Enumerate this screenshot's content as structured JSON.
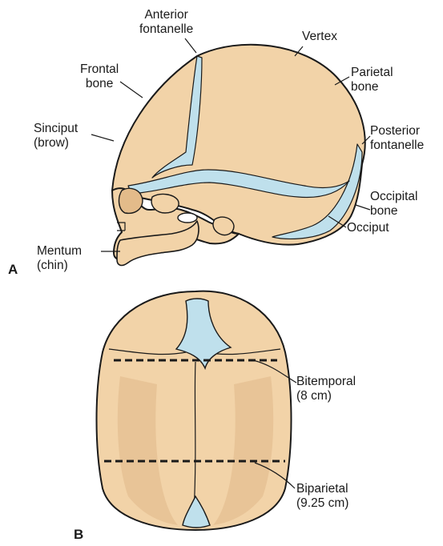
{
  "panels": {
    "a": "A",
    "b": "B"
  },
  "labels_a": {
    "anterior_fontanelle": [
      "Anterior",
      "fontanelle"
    ],
    "vertex": "Vertex",
    "frontal_bone": [
      "Frontal",
      "bone"
    ],
    "parietal_bone": [
      "Parietal",
      "bone"
    ],
    "sinciput": [
      "Sinciput",
      "(brow)"
    ],
    "posterior_fontanelle": [
      "Posterior",
      "fontanelle"
    ],
    "occipital_bone": [
      "Occipital",
      "bone"
    ],
    "occiput": "Occiput",
    "mentum": [
      "Mentum",
      "(chin)"
    ]
  },
  "labels_b": {
    "bitemporal": [
      "Bitemporal",
      "(8 cm)"
    ],
    "biparietal": [
      "Biparietal",
      "(9.25 cm)"
    ]
  },
  "colors": {
    "bone": "#f2d3a8",
    "bone_shade": "#e3bb8a",
    "fontanelle": "#bfe0ec",
    "outline": "#1a1a1a"
  }
}
